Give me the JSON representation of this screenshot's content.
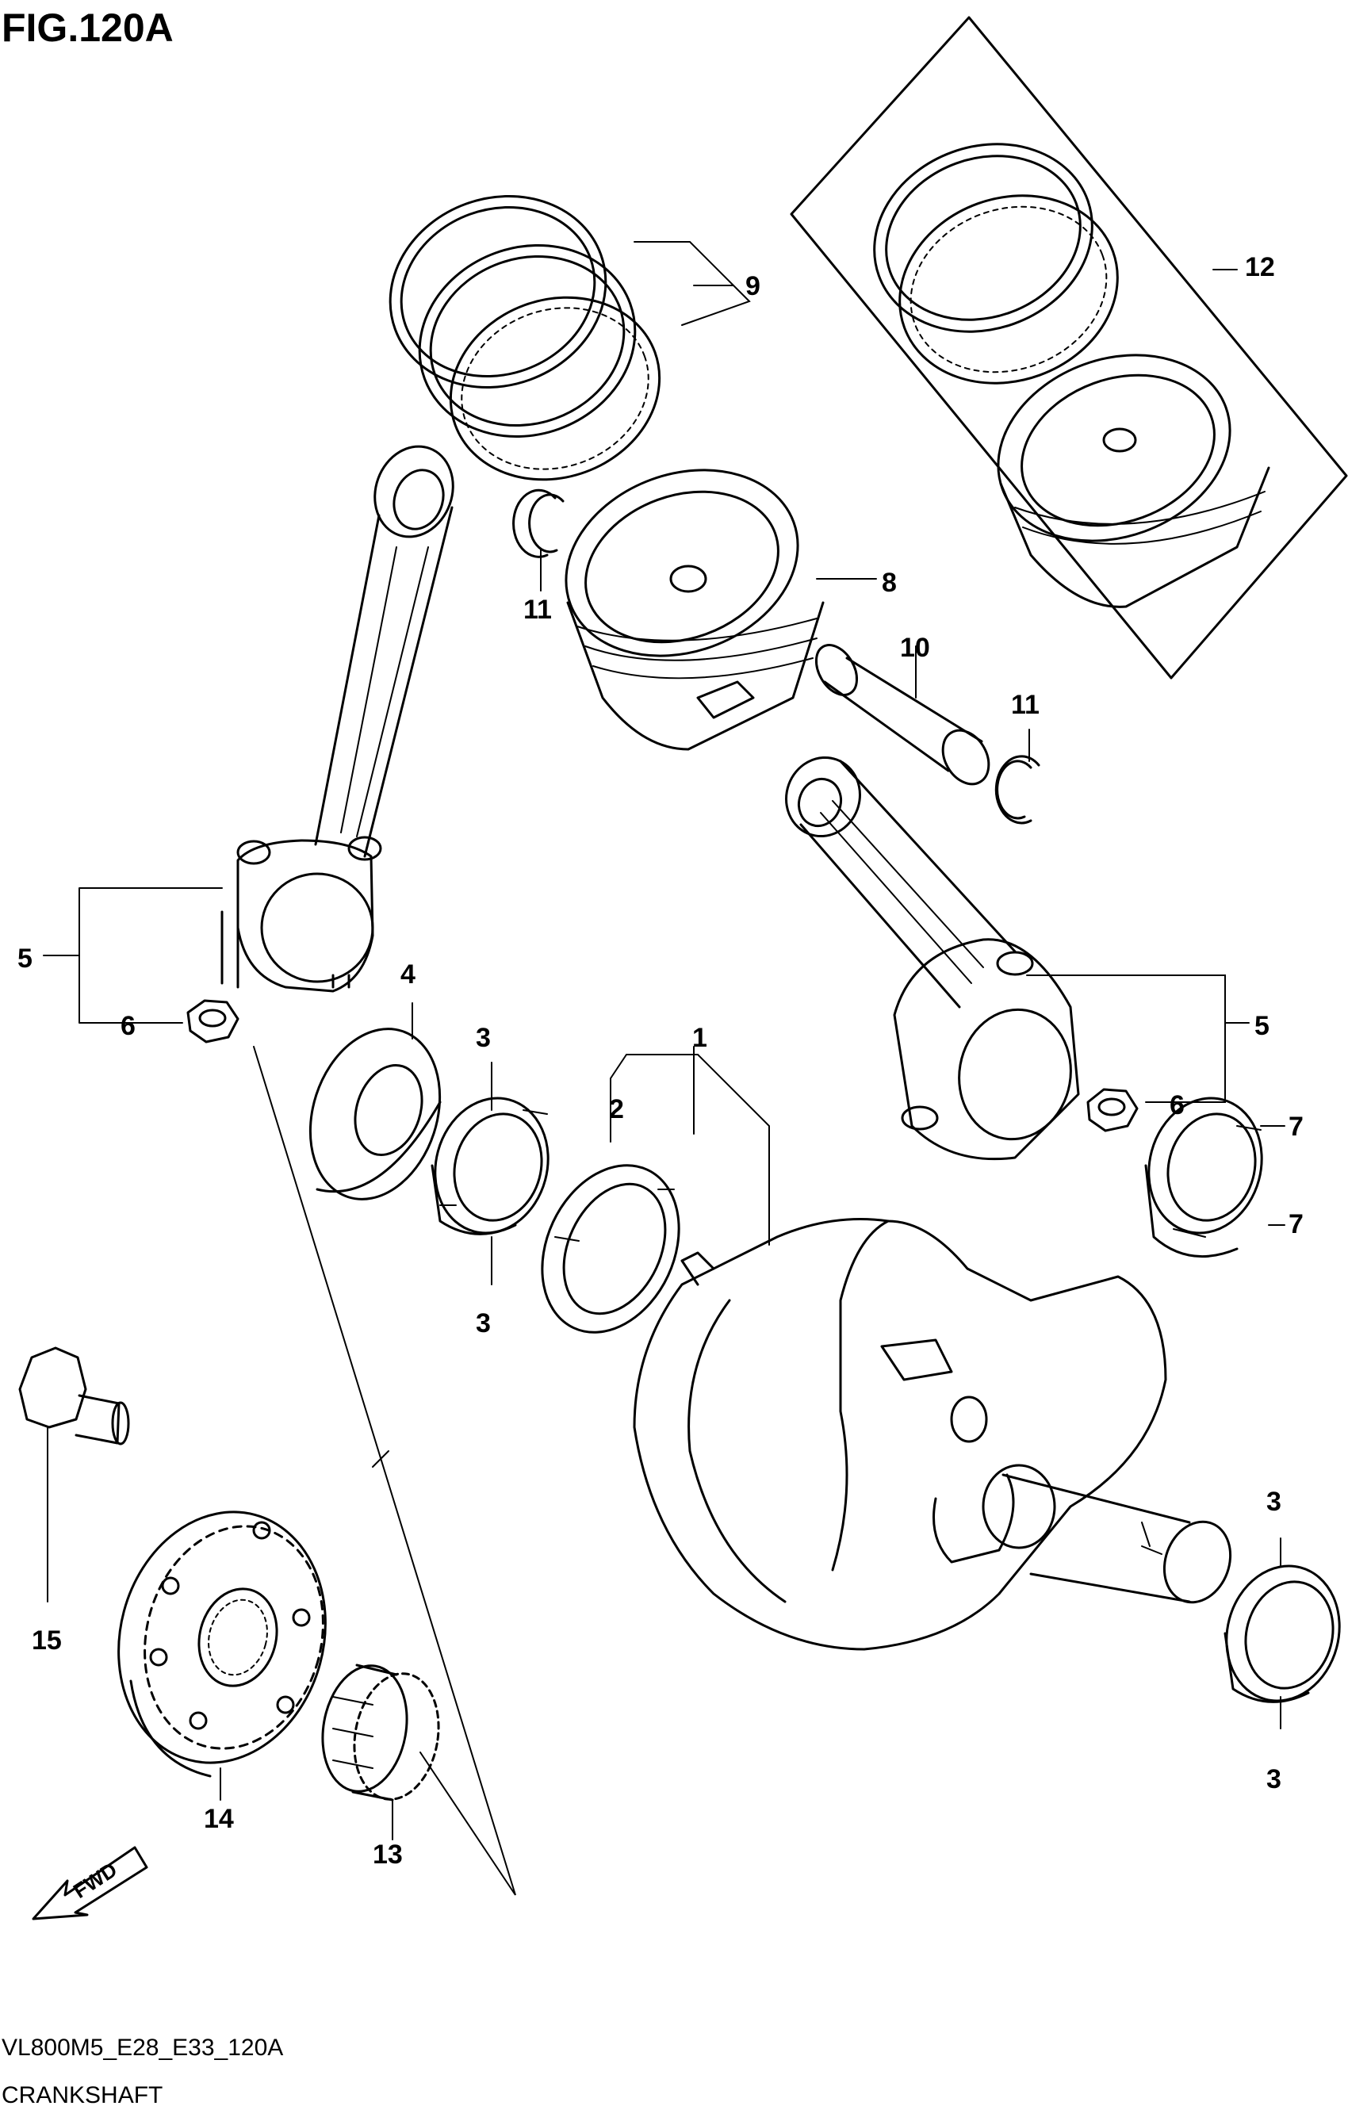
{
  "figure": {
    "title": "FIG.120A",
    "code": "VL800M5_E28_E33_120A",
    "name": "CRANKSHAFT",
    "direction": "FWD"
  },
  "callouts": [
    "1",
    "2",
    "3",
    "3",
    "3",
    "3",
    "4",
    "5",
    "5",
    "6",
    "6",
    "7",
    "7",
    "8",
    "9",
    "10",
    "11",
    "11",
    "12",
    "13",
    "14",
    "15"
  ]
}
